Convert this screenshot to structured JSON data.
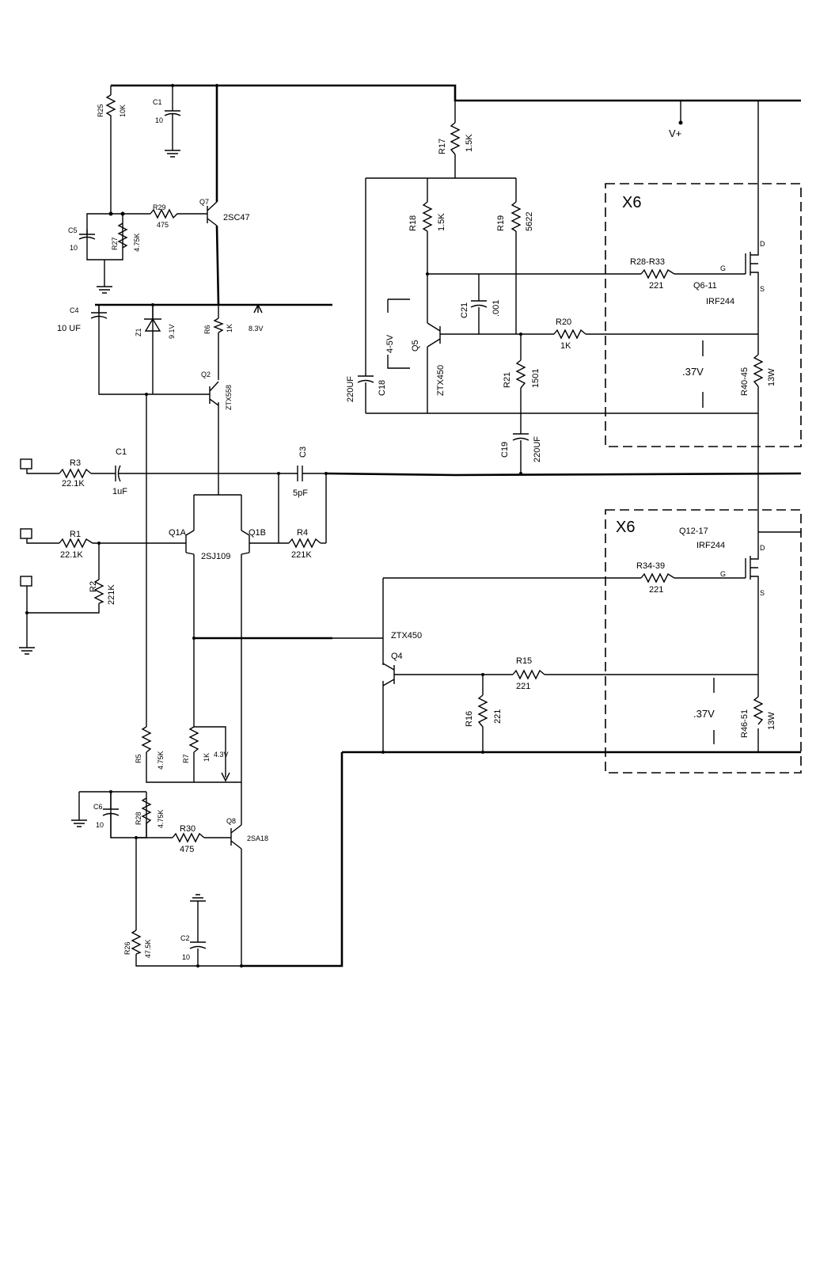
{
  "labels": {
    "r25": "R25",
    "r25_val": "10K",
    "c1_top": "C1",
    "c1_top_val": "10",
    "q7": "Q7",
    "q7_part": "2SC47",
    "r29": "R29",
    "r29_val": "475",
    "c5": "C5",
    "c5_val": "10",
    "r27": "R27",
    "r27_val": "4.75K",
    "c4": "C4",
    "c4_val": "10 UF",
    "z1": "Z1",
    "z1_val": "9.1V",
    "r6": "R6",
    "r6_val": "1K",
    "v83": "8.3V",
    "q2": "Q2",
    "q2_part": "ZTX558",
    "r17": "R17",
    "r17_val": "1.5K",
    "vplus": "V+",
    "r18": "R18",
    "r18_val": "1.5K",
    "r19": "R19",
    "r19_val": "5622",
    "c21": "C21",
    "c21_val": ".001",
    "q5": "Q5",
    "q5_range": "4-5V",
    "q5_part": "ZTX450",
    "c18": "C18",
    "c18_val": "220UF",
    "r21": "R21",
    "r21_val": "1501",
    "r20": "R20",
    "r20_val": "1K",
    "c19": "C19",
    "c19_val": "220UF",
    "x6_top": "X6",
    "r28_33": "R28-R33",
    "r28_33_val": "221",
    "q6_11": "Q6-11",
    "irf_top": "IRF244",
    "v37_top": ".37V",
    "r40_45": "R40-45",
    "r40_45_val": "13W",
    "r3": "R3",
    "r3_val": "22.1K",
    "c1_in": "C1",
    "c1_in_val": "1uF",
    "c3": "C3",
    "c3_val": "5pF",
    "r1": "R1",
    "r1_val": "22.1K",
    "q1a": "Q1A",
    "q1b": "Q1B",
    "q1_part": "2SJ109",
    "r4": "R4",
    "r4_val": "221K",
    "r2": "R2",
    "r2_val": "221K",
    "x6_bot": "X6",
    "q12_17": "Q12-17",
    "irf_bot": "IRF244",
    "r34_39": "R34-39",
    "r34_39_val": "221",
    "q4_part": "ZTX450",
    "q4": "Q4",
    "r15": "R15",
    "r15_val": "221",
    "r16": "R16",
    "r16_val": "221",
    "v37_bot": ".37V",
    "r46_51": "R46-51",
    "r46_51_val": "13W",
    "r5": "R5",
    "r5_val": "4.75K",
    "r7": "R7",
    "r7_val": "1K",
    "v43": "4.3V",
    "c6": "C6",
    "c6_val": "10",
    "r28": "R28",
    "r28_val": "4.75K",
    "q8": "Q8",
    "q8_part": "2SA18",
    "r30": "R30",
    "r30_val": "475",
    "r26": "R26",
    "r26_val": "47.5K",
    "c2": "C2",
    "c2_val": "10",
    "pin_d": "D",
    "pin_g": "G",
    "pin_s": "S"
  }
}
